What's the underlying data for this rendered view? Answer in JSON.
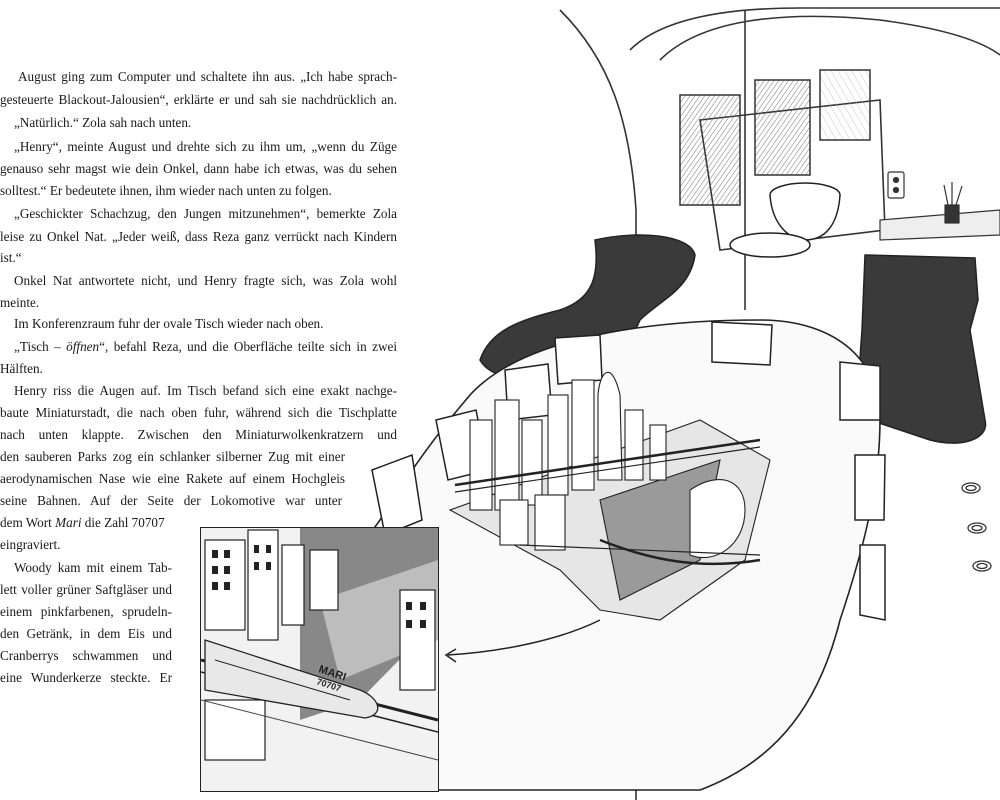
{
  "text": {
    "lines": [
      "August ging zum Computer und schaltete ihn aus. „Ich habe sprach-",
      "gesteuerte Blackout-Jalousien“, erklärte er und sah sie nachdrücklich an.",
      "„Natürlich.“ Zola sah nach unten.",
      "„Henry“, meinte August und drehte sich zu ihm um, „wenn du Züge",
      "genauso sehr magst wie dein Onkel, dann habe ich etwas, was du sehen",
      "solltest.“ Er bedeutete ihnen, ihm wieder nach unten zu folgen.",
      "„Geschickter Schachzug, den Jungen mitzunehmen“, bemerkte Zola",
      "leise zu Onkel Nat. „Jeder weiß, dass Reza ganz verrückt nach Kindern",
      "ist.“",
      "Onkel Nat antwortete nicht, und Henry fragte sich, was Zola wohl",
      "meinte.",
      "Im Konferenzraum fuhr der ovale Tisch wieder nach oben.",
      {
        "pre": "„Tisch – ",
        "em": "öffnen",
        "post": "“, befahl Reza, und die Oberfläche teilte sich in zwei"
      },
      "Hälften.",
      "Henry riss die Augen auf. Im Tisch befand sich eine exakt nachge-",
      "baute Miniaturstadt, die nach oben fuhr, während sich die Tischplatte",
      "nach unten klappte. Zwischen den Miniaturwolkenkratzern und",
      "den sauberen Parks zog ein schlanker silberner Zug mit einer",
      "aerodynamischen Nase wie eine Rakete auf einem Hochgleis",
      "seine Bahnen. Auf der Seite der Lokomotive war unter",
      {
        "pre": "dem Wort ",
        "em": "Mari",
        "post": " die Zahl 70707"
      },
      "eingraviert.",
      "Woody kam mit einem Tab-",
      "lett voller grüner Saftgläser und",
      "einem pinkfarbenen, sprudeln-",
      "den Getränk, in dem Eis und",
      "Cranberrys schwammen und",
      "eine Wunderkerze steckte. Er"
    ]
  },
  "illustration": {
    "train_label": "MARI",
    "train_number": "70707"
  }
}
